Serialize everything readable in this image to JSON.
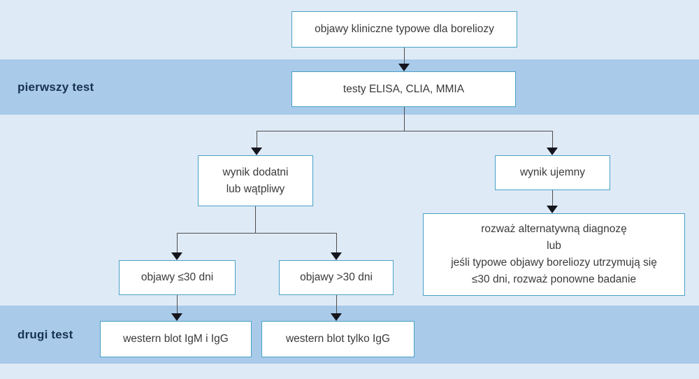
{
  "diagram": {
    "bands": [
      {
        "label": "pierwszy test"
      },
      {
        "label": "drugi test"
      }
    ],
    "nodes": {
      "clinical_symptoms": "objawy kliniczne typowe dla boreliozy",
      "first_test": "testy ELISA, CLIA, MMIA",
      "result_positive": [
        "wynik dodatni",
        "lub wątpliwy"
      ],
      "result_negative": "wynik ujemny",
      "alternative_diagnosis": [
        "rozważ alternatywną diagnozę",
        "lub",
        "jeśli typowe objawy boreliozy utrzymują się",
        "≤30 dni, rozważ ponowne badanie"
      ],
      "symptoms_le_30_days": "objawy ≤30 dni",
      "symptoms_gt_30_days": "objawy >30 dni",
      "western_blot_igm_igg": "western blot IgM i IgG",
      "western_blot_only_igg": "western blot tylko IgG"
    },
    "colors": {
      "background": "#dfeaf7",
      "band": "#a9cae9",
      "box_fill": "#ffffff",
      "box_border": "#48a1c5",
      "box_text": "#3a3a3a",
      "band_label_text": "#16324f",
      "connector_line": "#4d4d4d",
      "arrowhead": "#15151e"
    }
  }
}
